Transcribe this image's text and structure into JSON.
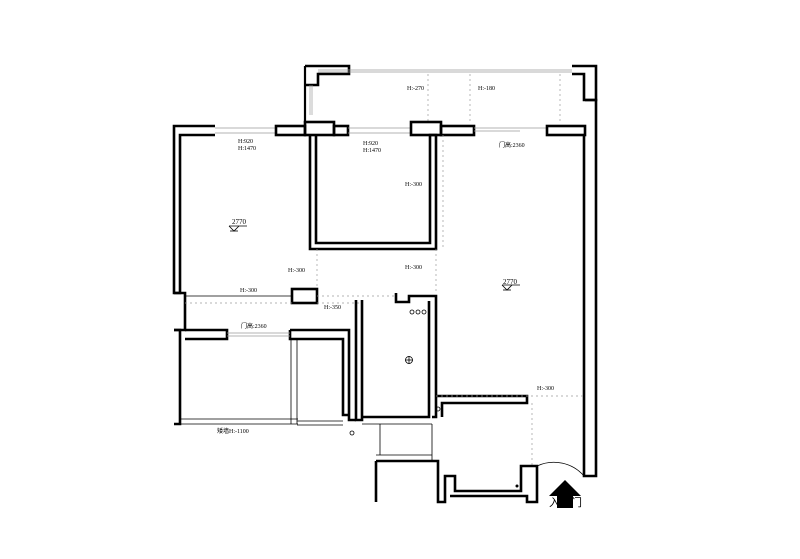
{
  "labels": {
    "h_balcony_left": "H:-270",
    "h_balcony_right": "H:-180",
    "h_window_1": "H:920",
    "h_window_1b": "H:1470",
    "h_window_2": "H:920",
    "h_window_2b": "H:1470",
    "door_height_top": "门高:2360",
    "h_bedroom2_inner": "H:-300",
    "h_corridor_left": "H:-300",
    "h_corridor_mid": "H:-300",
    "h_bedroom1_bottom": "H:-300",
    "h_bath_top": "H:-350",
    "door_height_left": "门高:2360",
    "wall_height_bottom": "矮墙H:-1100",
    "h_living_bottom": "H:-300",
    "elevation_left": "2770",
    "elevation_right": "2770",
    "entry_door": "入户门"
  }
}
